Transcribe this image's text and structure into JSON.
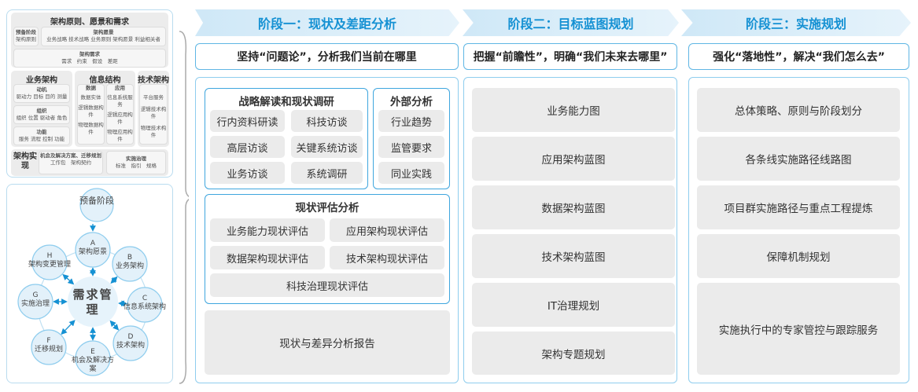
{
  "left": {
    "title": "架构原则、愿景和需求",
    "prep": {
      "title": "预备阶段",
      "items": "架构原则"
    },
    "vision": {
      "title": "架构愿景",
      "items": "业务战略 技术战略 业务原则 架构愿景 利益相关者"
    },
    "req": {
      "title": "架构需求",
      "items": "需求　约束　假设　差距"
    },
    "biz": {
      "title": "业务架构",
      "groups": [
        {
          "t": "动机",
          "i": "驱动力 目标 目的 测量"
        },
        {
          "t": "组织",
          "i": "组织 位置 驱动者 角色"
        },
        {
          "t": "功能",
          "i": "服务 流程 控制 功能"
        }
      ]
    },
    "info": {
      "title": "信息结构",
      "data": {
        "t": "数据",
        "items": [
          "数据实体",
          "逻辑数据构件",
          "物理数据构件"
        ]
      },
      "app": {
        "t": "应用",
        "items": [
          "信息系统服务",
          "逻辑应用构件",
          "物理应用构件"
        ]
      }
    },
    "tech": {
      "title": "技术架构",
      "items": [
        "平台服务",
        "逻辑技术构件",
        "物理技术构件"
      ]
    },
    "impl": {
      "title": "架构实现",
      "opp": {
        "t": "机会及解决方案、迁移规划",
        "i": "工作包　架构契约"
      },
      "gov": {
        "t": "实施治理",
        "i": "标准　指引　规格"
      }
    }
  },
  "cycle": {
    "center": "需求管理",
    "prep": "预备阶段",
    "nodes": [
      {
        "letter": "A",
        "label": "架构愿景"
      },
      {
        "letter": "B",
        "label": "业务架构"
      },
      {
        "letter": "C",
        "label": "信息系统架构"
      },
      {
        "letter": "D",
        "label": "技术架构"
      },
      {
        "letter": "E",
        "label": "机会及解决方案"
      },
      {
        "letter": "F",
        "label": "迁移规划"
      },
      {
        "letter": "G",
        "label": "实施治理"
      },
      {
        "letter": "H",
        "label": "架构变更管理"
      }
    ]
  },
  "stages": [
    {
      "title": "阶段一：现状及差距分析",
      "sub": "坚持“问题论”，分析我们当前在哪里"
    },
    {
      "title": "阶段二：目标蓝图规划",
      "sub": "把握“前瞻性”，明确“我们未来去哪里”"
    },
    {
      "title": "阶段三：实施规划",
      "sub": "强化“落地性”，解决“我们怎么去”"
    }
  ],
  "stage1": {
    "strategy": {
      "title": "战略解读和现状调研",
      "items": [
        "行内资料研读",
        "科技访谈",
        "高层访谈",
        "关键系统访谈",
        "业务访谈",
        "系统调研"
      ]
    },
    "external": {
      "title": "外部分析",
      "items": [
        "行业趋势",
        "监管要求",
        "同业实践"
      ]
    },
    "assess": {
      "title": "现状评估分析",
      "items": [
        "业务能力现状评估",
        "应用架构现状评估",
        "数据架构现状评估",
        "技术架构现状评估",
        "科技治理现状评估"
      ]
    },
    "report": "现状与差异分析报告"
  },
  "stage2": {
    "items": [
      "业务能力图",
      "应用架构蓝图",
      "数据架构蓝图",
      "技术架构蓝图",
      "IT治理规划",
      "架构专题规划"
    ]
  },
  "stage3": {
    "items": [
      "总体策略、原则与阶段划分",
      "各条线实施路径线路图",
      "项目群实施路径与重点工程提炼",
      "保障机制规划",
      "实施执行中的专家管控与跟踪服务"
    ]
  },
  "colors": {
    "accent": "#1591d3",
    "border": "#8fcdee",
    "box": "#ebebeb"
  }
}
